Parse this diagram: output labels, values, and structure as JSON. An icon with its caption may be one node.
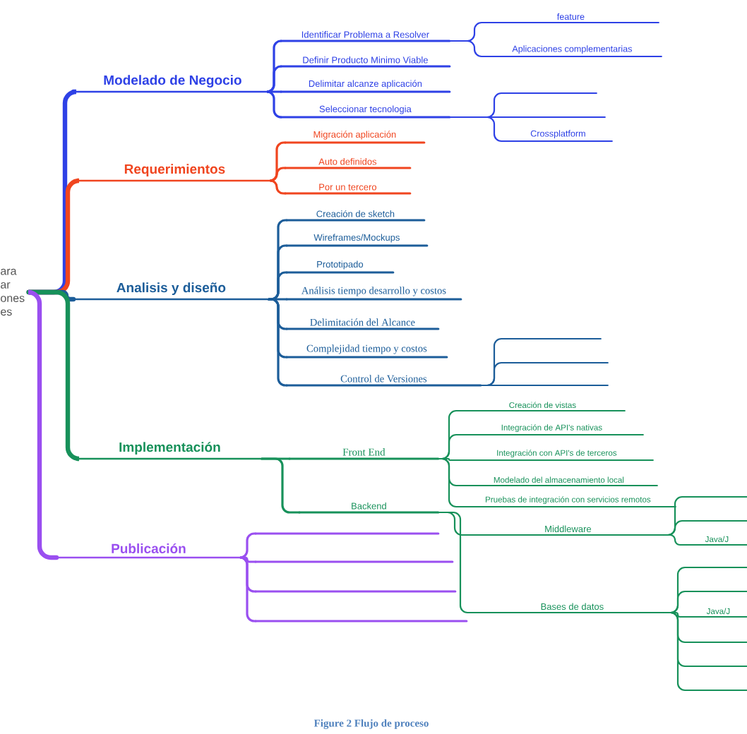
{
  "diagram": {
    "caption": "Figure 2 Flujo de proceso",
    "nodes": [
      {
        "text": [
          "ara ar ones es"
        ]
      },
      {
        "text": [
          "Modelado de Negocio"
        ]
      },
      {
        "text": [
          "Identificar Problema a Resolver"
        ]
      },
      {
        "text": [
          "feature"
        ]
      },
      {
        "text": [
          "Aplicaciones complementarias"
        ]
      },
      {
        "text": [
          "Definir Producto Minimo Viable"
        ]
      },
      {
        "text": [
          "Delimitar alcanze aplicación"
        ]
      },
      {
        "text": [
          "Seleccionar tecnologia"
        ]
      },
      {
        "text": [],
        "shape": "line"
      },
      {
        "text": [],
        "shape": "line"
      },
      {
        "text": [
          "Crossplatform"
        ]
      },
      {
        "text": [
          "Requerimientos"
        ]
      },
      {
        "text": [
          "Migración aplicación"
        ]
      },
      {
        "text": [
          "Auto definidos"
        ]
      },
      {
        "text": [
          "Por un tercero"
        ]
      },
      {
        "text": [
          "Analisis y diseño"
        ]
      },
      {
        "text": [
          "Creación de sketch"
        ]
      },
      {
        "text": [
          "Wireframes/Mockups"
        ]
      },
      {
        "text": [
          "Prototipado"
        ]
      },
      {
        "text": [
          "Análisis tiempo desarrollo y costos"
        ]
      },
      {
        "text": [
          "Delimitación del Alcance"
        ]
      },
      {
        "text": [
          "Complejidad tiempo y costos"
        ]
      },
      {
        "text": [
          "Control de Versiones"
        ]
      },
      {
        "text": [],
        "shape": "line"
      },
      {
        "text": [],
        "shape": "line"
      },
      {
        "text": [],
        "shape": "line"
      },
      {
        "text": [
          "Implementación"
        ]
      },
      {
        "text": [
          "Front End"
        ]
      },
      {
        "text": [
          "Creación de vistas"
        ]
      },
      {
        "text": [
          "Integración de API's nativas"
        ]
      },
      {
        "text": [
          "Integración con API's de terceros"
        ]
      },
      {
        "text": [
          "Modelado del almacenamiento local"
        ]
      },
      {
        "text": [
          "Pruebas de integración con servicios remotos"
        ]
      },
      {
        "text": [
          "Backend"
        ]
      },
      {
        "text": [
          "Middleware"
        ]
      },
      {
        "text": [],
        "shape": "line"
      },
      {
        "text": [],
        "shape": "line"
      },
      {
        "text": [
          "Java/J"
        ]
      },
      {
        "text": [
          "Bases de datos"
        ]
      },
      {
        "text": [],
        "shape": "line"
      },
      {
        "text": [],
        "shape": "line"
      },
      {
        "text": [
          "Java/J"
        ]
      },
      {
        "text": [],
        "shape": "line"
      },
      {
        "text": [],
        "shape": "line"
      },
      {
        "text": [],
        "shape": "line"
      },
      {
        "text": [
          "Publicación"
        ]
      },
      {
        "text": [],
        "shape": "line"
      },
      {
        "text": [],
        "shape": "line"
      },
      {
        "text": [],
        "shape": "line"
      },
      {
        "text": [],
        "shape": "line"
      }
    ],
    "edges": [
      {
        "from": 0,
        "to": 1,
        "arrow": "none",
        "style": "thick",
        "color": "#2e41e6"
      },
      {
        "from": 1,
        "to": 2,
        "arrow": "none",
        "color": "#2e41e6"
      },
      {
        "from": 2,
        "to": 3,
        "arrow": "none",
        "color": "#2e41e6"
      },
      {
        "from": 2,
        "to": 4,
        "arrow": "none",
        "color": "#2e41e6"
      },
      {
        "from": 1,
        "to": 5,
        "arrow": "none",
        "color": "#2e41e6"
      },
      {
        "from": 1,
        "to": 6,
        "arrow": "none",
        "color": "#2e41e6"
      },
      {
        "from": 1,
        "to": 7,
        "arrow": "none",
        "color": "#2e41e6"
      },
      {
        "from": 7,
        "to": 8,
        "arrow": "none",
        "color": "#2e41e6"
      },
      {
        "from": 7,
        "to": 9,
        "arrow": "none",
        "color": "#2e41e6"
      },
      {
        "from": 7,
        "to": 10,
        "arrow": "none",
        "color": "#2e41e6"
      },
      {
        "from": 0,
        "to": 11,
        "arrow": "none",
        "style": "thick",
        "color": "#f0451f"
      },
      {
        "from": 11,
        "to": 12,
        "arrow": "none",
        "color": "#f0451f"
      },
      {
        "from": 11,
        "to": 13,
        "arrow": "none",
        "color": "#f0451f"
      },
      {
        "from": 11,
        "to": 14,
        "arrow": "none",
        "color": "#f0451f"
      },
      {
        "from": 0,
        "to": 15,
        "arrow": "none",
        "style": "thick",
        "color": "#1c5d99"
      },
      {
        "from": 15,
        "to": 16,
        "arrow": "none",
        "color": "#1c5d99"
      },
      {
        "from": 15,
        "to": 17,
        "arrow": "none",
        "color": "#1c5d99"
      },
      {
        "from": 15,
        "to": 18,
        "arrow": "none",
        "color": "#1c5d99"
      },
      {
        "from": 15,
        "to": 19,
        "arrow": "none",
        "color": "#1c5d99"
      },
      {
        "from": 15,
        "to": 20,
        "arrow": "none",
        "color": "#1c5d99"
      },
      {
        "from": 15,
        "to": 21,
        "arrow": "none",
        "color": "#1c5d99"
      },
      {
        "from": 15,
        "to": 22,
        "arrow": "none",
        "color": "#1c5d99"
      },
      {
        "from": 22,
        "to": 23,
        "arrow": "none",
        "color": "#1c5d99"
      },
      {
        "from": 22,
        "to": 24,
        "arrow": "none",
        "color": "#1c5d99"
      },
      {
        "from": 22,
        "to": 25,
        "arrow": "none",
        "color": "#1c5d99"
      },
      {
        "from": 0,
        "to": 26,
        "arrow": "none",
        "style": "thick"
      },
      {
        "from": 26,
        "to": 27,
        "arrow": "none"
      },
      {
        "from": 27,
        "to": 28,
        "arrow": "none"
      },
      {
        "from": 27,
        "to": 29,
        "arrow": "none"
      },
      {
        "from": 27,
        "to": 30,
        "arrow": "none"
      },
      {
        "from": 27,
        "to": 31,
        "arrow": "none"
      },
      {
        "from": 27,
        "to": 32,
        "arrow": "none"
      },
      {
        "from": 26,
        "to": 33,
        "arrow": "none"
      },
      {
        "from": 33,
        "to": 34,
        "arrow": "none"
      },
      {
        "from": 34,
        "to": 35,
        "arrow": "none"
      },
      {
        "from": 34,
        "to": 36,
        "arrow": "none"
      },
      {
        "from": 34,
        "to": 37,
        "arrow": "none"
      },
      {
        "from": 33,
        "to": 38,
        "arrow": "none"
      },
      {
        "from": 38,
        "to": 39,
        "arrow": "none"
      },
      {
        "from": 38,
        "to": 40,
        "arrow": "none"
      },
      {
        "from": 38,
        "to": 41,
        "arrow": "none"
      },
      {
        "from": 38,
        "to": 42,
        "arrow": "none"
      },
      {
        "from": 38,
        "to": 43,
        "arrow": "none"
      },
      {
        "from": 38,
        "to": 44,
        "arrow": "none"
      },
      {
        "from": 0,
        "to": 45,
        "arrow": "none",
        "style": "thick",
        "color": "#9a4ff0"
      },
      {
        "from": 45,
        "to": 46,
        "arrow": "none",
        "color": "#9a4ff0"
      },
      {
        "from": 45,
        "to": 47,
        "arrow": "none",
        "color": "#9a4ff0"
      },
      {
        "from": 45,
        "to": 48,
        "arrow": "none",
        "color": "#9a4ff0"
      },
      {
        "from": 45,
        "to": 49,
        "arrow": "none",
        "color": "#9a4ff0"
      }
    ]
  }
}
